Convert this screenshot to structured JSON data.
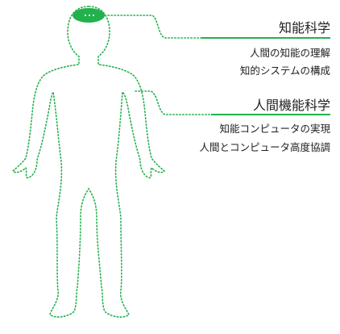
{
  "colors": {
    "accent": "#22b14c",
    "outline": "#22b14c",
    "text": "#222222"
  },
  "sections": [
    {
      "heading": "知能科学",
      "items": [
        "人間の知能の理解",
        "知的システムの構成"
      ]
    },
    {
      "heading": "人間機能科学",
      "items": [
        "知能コンピュータの実現",
        "人間とコンピュータ高度協調"
      ]
    }
  ]
}
